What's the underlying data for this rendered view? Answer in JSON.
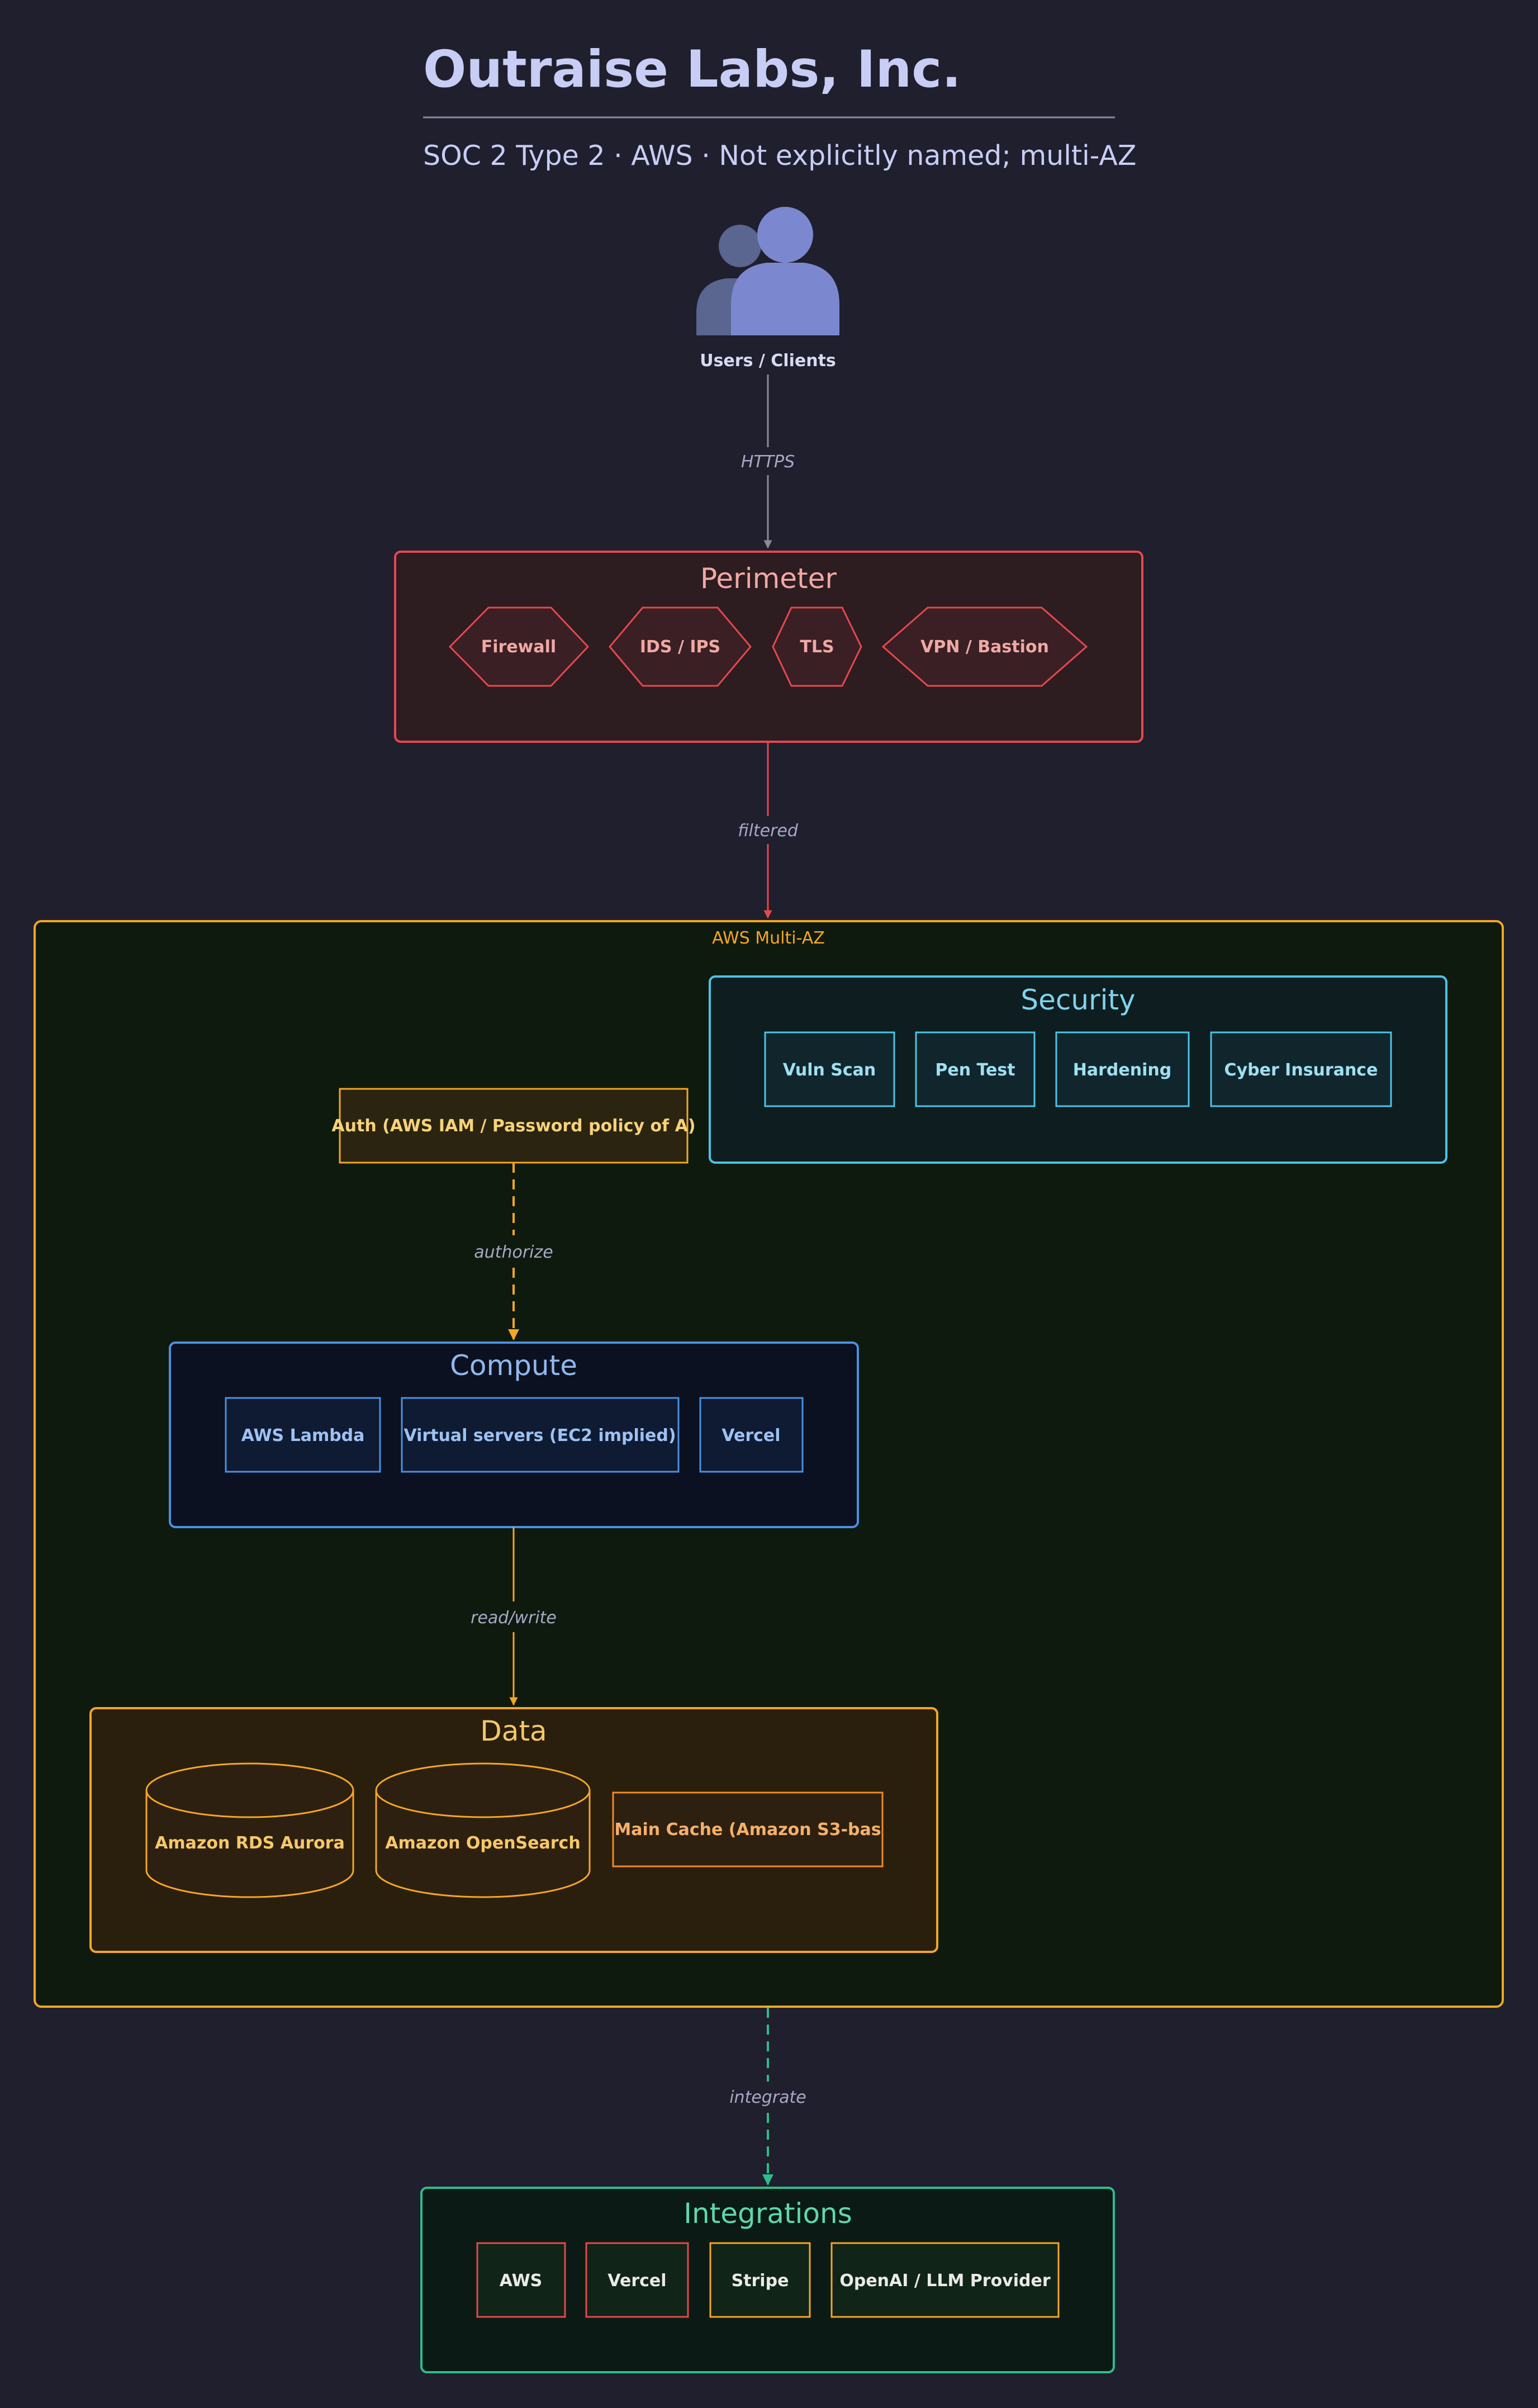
{
  "header": {
    "title": "Outraise Labs, Inc.",
    "subtitle": "SOC 2 Type 2 · AWS · Not explicitly named; multi-AZ"
  },
  "users": {
    "label": "Users / Clients",
    "icon": "users-icon"
  },
  "edges": {
    "https": "HTTPS",
    "filtered": "filtered",
    "authorize": "authorize",
    "readwrite": "read/write",
    "integrate": "integrate"
  },
  "perimeter": {
    "title": "Perimeter",
    "items": [
      "Firewall",
      "IDS / IPS",
      "TLS",
      "VPN / Bastion"
    ]
  },
  "aws": {
    "title": "AWS Multi-AZ"
  },
  "security": {
    "title": "Security",
    "items": [
      "Vuln Scan",
      "Pen Test",
      "Hardening",
      "Cyber Insurance"
    ]
  },
  "auth": {
    "label": "Auth (AWS IAM / Password policy of A)"
  },
  "compute": {
    "title": "Compute",
    "items": [
      "AWS Lambda",
      "Virtual servers (EC2 implied)",
      "Vercel"
    ]
  },
  "data_group": {
    "title": "Data",
    "items": [
      "Amazon RDS Aurora",
      "Amazon OpenSearch",
      "Main Cache (Amazon S3-bas"
    ]
  },
  "integrations": {
    "title": "Integrations",
    "items": [
      "AWS",
      "Vercel",
      "Stripe",
      "OpenAI / LLM Provider"
    ]
  },
  "colors": {
    "background": "#1f1f2e",
    "perimeter": "#e5484d",
    "aws": "#f5a623",
    "security": "#4cc3e6",
    "compute": "#4a90e2",
    "data": "#f5a623",
    "integrations": "#2dbd8a"
  }
}
